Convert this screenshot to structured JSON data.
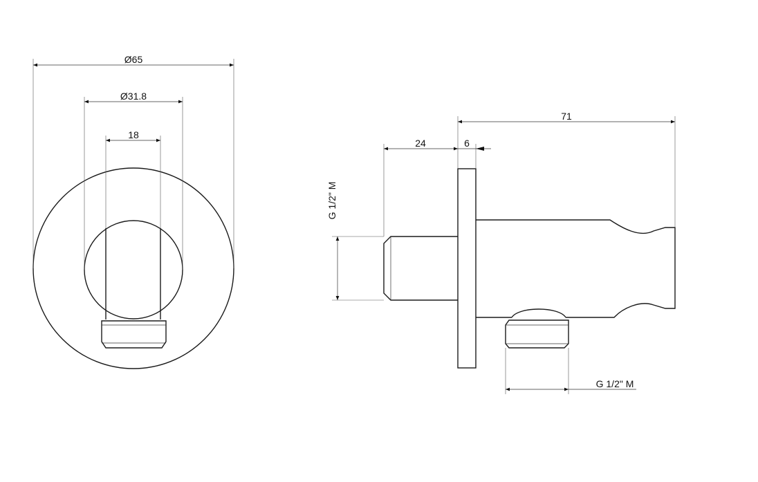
{
  "drawing": {
    "background": "#ffffff",
    "line_color": "#1a1a1a",
    "front_view": {
      "dim_outer_diameter": "Ø65",
      "dim_inner_diameter": "Ø31.8",
      "dim_hex_width": "18"
    },
    "side_view": {
      "dim_total_length": "71",
      "dim_thread_length": "24",
      "dim_flange_thickness": "6",
      "dim_inlet_thread": "G 1/2\" M",
      "dim_outlet_thread": "G 1/2\" M"
    }
  }
}
